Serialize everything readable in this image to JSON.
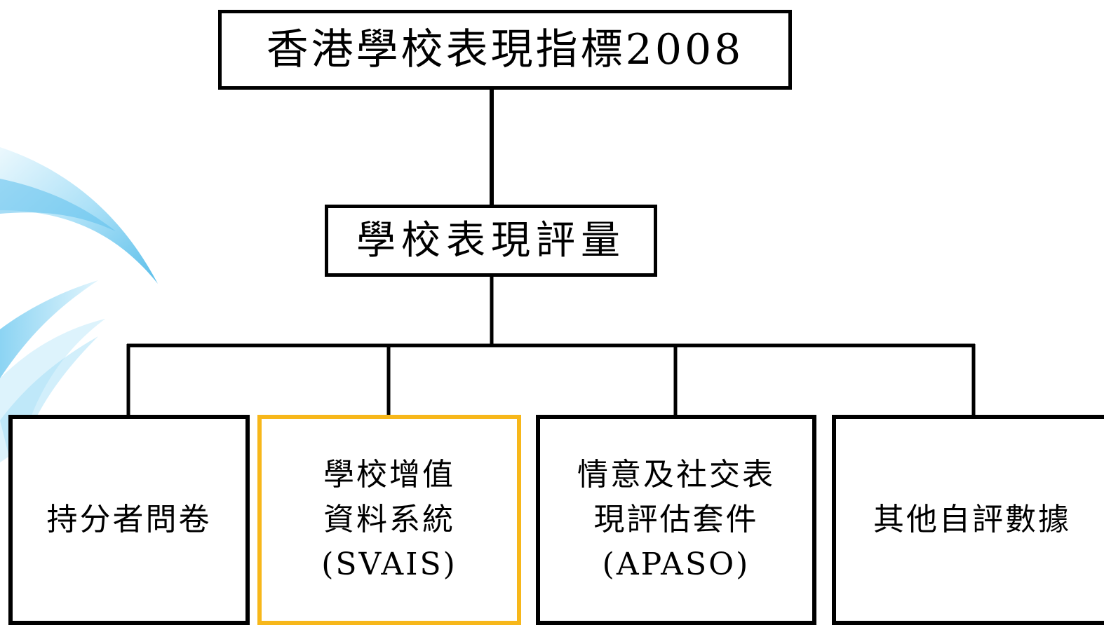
{
  "diagram": {
    "root": {
      "label": "香港學校表現指標2008"
    },
    "middle": {
      "label": "學校表現評量"
    },
    "children": [
      {
        "label": "持分者問卷",
        "highlighted": false
      },
      {
        "label": "學校增值\n資料系統\n(SVAIS)",
        "highlighted": true
      },
      {
        "label": "情意及社交表\n現評估套件\n(APASO)",
        "highlighted": false
      },
      {
        "label": "其他自評數據",
        "highlighted": false
      }
    ]
  },
  "colors": {
    "highlight_border": "#f7b71a",
    "box_border": "#000000",
    "decor_light": "#c9ecfb",
    "decor_mid": "#7fd0f3",
    "decor_dark": "#2aa7e0"
  }
}
